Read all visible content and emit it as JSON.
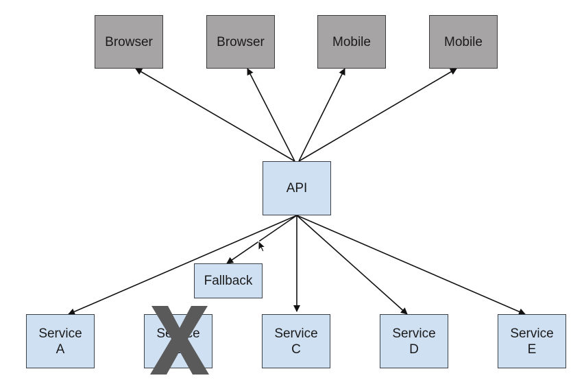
{
  "colors": {
    "client_fill": "#a7a4a6",
    "service_fill": "#cfe0f3",
    "edge": "#111111",
    "failure_mark": "#5a5a5a"
  },
  "nodes": {
    "browser_1": "Browser",
    "browser_2": "Browser",
    "mobile_1": "Mobile",
    "mobile_2": "Mobile",
    "api": "API",
    "fallback": "Fallback",
    "service_a": "Service\nA",
    "service_b": "Service\nB",
    "service_c": "Service\nC",
    "service_d": "Service\nD",
    "service_e": "Service\nE"
  },
  "edges": [
    {
      "from": "api",
      "to": "browser_1"
    },
    {
      "from": "api",
      "to": "browser_2"
    },
    {
      "from": "api",
      "to": "mobile_1"
    },
    {
      "from": "api",
      "to": "mobile_2"
    },
    {
      "from": "api",
      "to": "fallback"
    },
    {
      "from": "api",
      "to": "service_a"
    },
    {
      "from": "api",
      "to": "service_c"
    },
    {
      "from": "api",
      "to": "service_d"
    },
    {
      "from": "api",
      "to": "service_e"
    }
  ],
  "failed_node": "service_b",
  "failure_mark_icon": "x-cross-icon",
  "cursor_icon": "mouse-pointer-icon"
}
